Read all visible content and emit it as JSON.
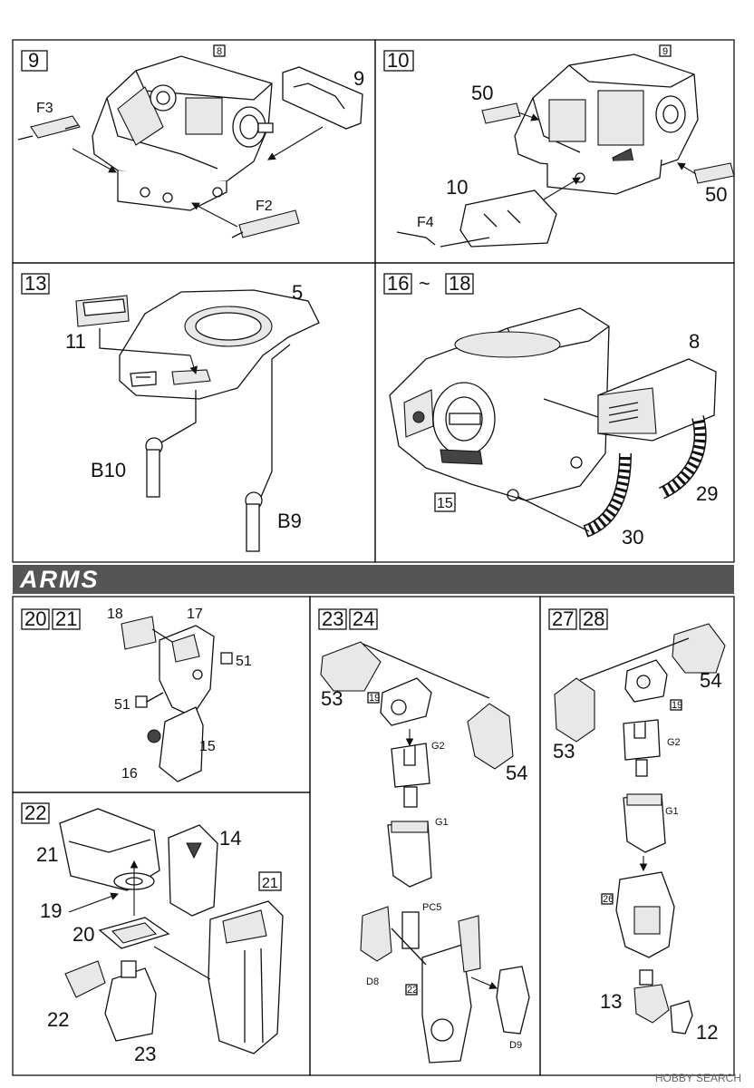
{
  "panels": {
    "p9": {
      "step": "9",
      "ref": "8",
      "labels": {
        "f3": "F3",
        "n9": "9",
        "f2": "F2"
      }
    },
    "p10": {
      "step": "10",
      "ref": "9",
      "labels": {
        "n50a": "50",
        "n50b": "50",
        "n10": "10",
        "f4": "F4"
      }
    },
    "p13": {
      "step": "13",
      "labels": {
        "n5": "5",
        "n11": "11",
        "b10": "B10",
        "b9": "B9"
      }
    },
    "p16": {
      "step_from": "16",
      "tilde": "~",
      "step_to": "18",
      "ref": "15",
      "labels": {
        "n8": "8",
        "n29": "29",
        "n30": "30"
      }
    },
    "section_title": "ARMS",
    "p20": {
      "steps": [
        "20",
        "21"
      ],
      "labels": {
        "n18": "18",
        "n17": "17",
        "n51a": "51",
        "n51b": "51",
        "n15": "15",
        "n16": "16"
      }
    },
    "p22": {
      "step": "22",
      "ref": "21",
      "labels": {
        "n21": "21",
        "n14": "14",
        "n19": "19",
        "n20": "20",
        "n22": "22",
        "n23": "23"
      }
    },
    "p23": {
      "steps": [
        "23",
        "24"
      ],
      "ref19": "19",
      "ref22": "22",
      "labels": {
        "n53": "53",
        "n54": "54",
        "g2": "G2",
        "g1": "G1",
        "pc5": "PC5",
        "d8": "D8",
        "d9": "D9"
      }
    },
    "p27": {
      "steps": [
        "27",
        "28"
      ],
      "ref19": "19",
      "ref26": "26",
      "labels": {
        "n54": "54",
        "n53": "53",
        "g2": "G2",
        "g1": "G1",
        "n13": "13",
        "n12": "12"
      }
    }
  },
  "watermark": "HOBBY SEARCH"
}
